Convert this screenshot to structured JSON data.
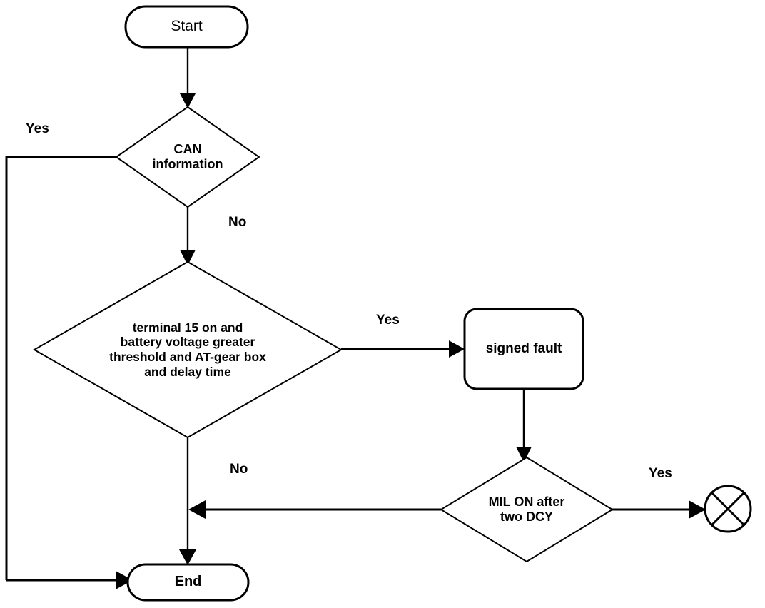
{
  "diagram": {
    "type": "flowchart",
    "title": "",
    "background_color": "#ffffff",
    "line_color": "#000000",
    "nodes": {
      "start": {
        "label": "Start",
        "shape": "stadium"
      },
      "can_information": {
        "label": "CAN\ninformation",
        "shape": "diamond"
      },
      "conditions": {
        "label": "terminal 15 on and\nbattery voltage greater\nthreshold and AT-gear box\nand delay time",
        "shape": "diamond"
      },
      "signed_fault": {
        "label": "signed fault",
        "shape": "rounded-rectangle"
      },
      "mil_on": {
        "label": "MIL ON after\ntwo DCY",
        "shape": "diamond"
      },
      "crossed_circle": {
        "label": "",
        "shape": "crossed-circle"
      },
      "end": {
        "label": "End",
        "shape": "stadium"
      }
    },
    "edge_labels": {
      "can_yes": "Yes",
      "can_no": "No",
      "conditions_yes": "Yes",
      "conditions_no": "No",
      "mil_yes": "Yes"
    }
  }
}
